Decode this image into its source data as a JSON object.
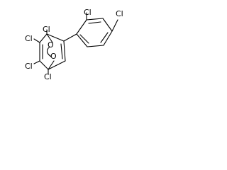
{
  "molecule": {
    "labels": {
      "cl_ortho": "Cl",
      "cl_para": "Cl",
      "cl_bridge_top": "Cl",
      "cl_left_top": "Cl",
      "cl_left_bottom": "Cl",
      "cl_bridge_bottom": "Cl",
      "o_top": "O",
      "o_bottom": "O"
    }
  }
}
